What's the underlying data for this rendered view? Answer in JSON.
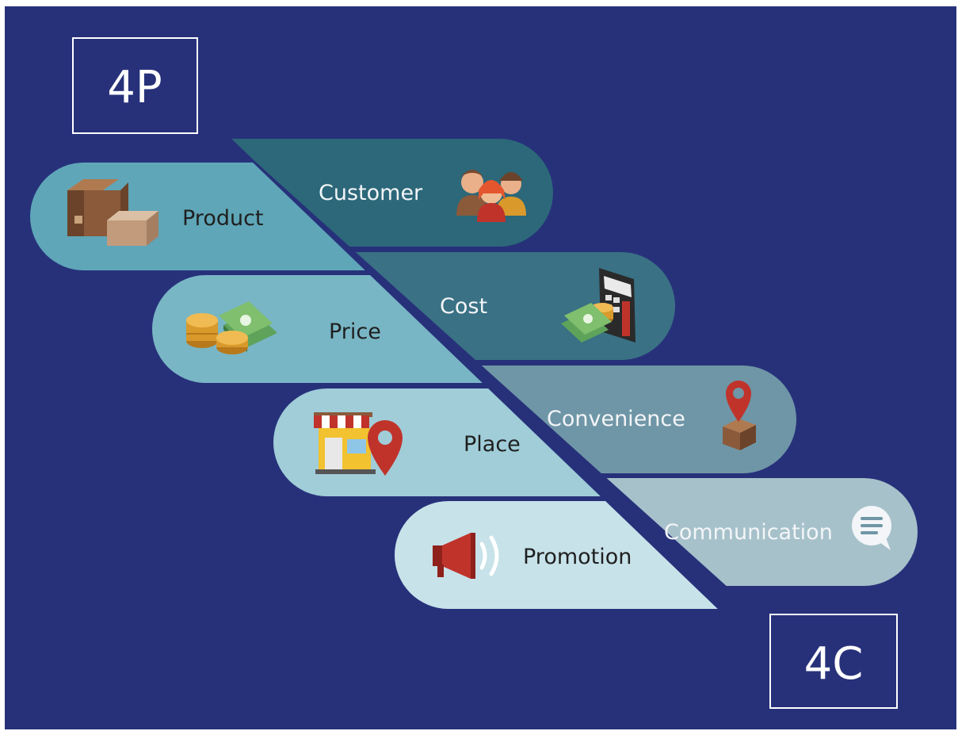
{
  "headers": {
    "left": "4P",
    "right": "4C"
  },
  "p_items": [
    {
      "label": "Product",
      "icon": "boxes-icon"
    },
    {
      "label": "Price",
      "icon": "money-coins-icon"
    },
    {
      "label": "Place",
      "icon": "storefront-location-icon"
    },
    {
      "label": "Promotion",
      "icon": "megaphone-icon"
    }
  ],
  "c_items": [
    {
      "label": "Customer",
      "icon": "people-icon"
    },
    {
      "label": "Cost",
      "icon": "calculator-money-icon"
    },
    {
      "label": "Convenience",
      "icon": "parcel-pin-icon"
    },
    {
      "label": "Communication",
      "icon": "speech-bubble-icon"
    }
  ],
  "colors": {
    "background": "#27317a",
    "c_rows": [
      "#2c6879",
      "#3a7184",
      "#6f96a6",
      "#a6c1ca"
    ],
    "p_rows": [
      "#5fa6b8",
      "#79b6c5",
      "#a0cdd8",
      "#c7e2e9"
    ],
    "icon_brown": "#8a5a3b",
    "icon_red": "#c0332b",
    "icon_gold": "#d99a2b",
    "icon_green": "#5fa35b"
  }
}
